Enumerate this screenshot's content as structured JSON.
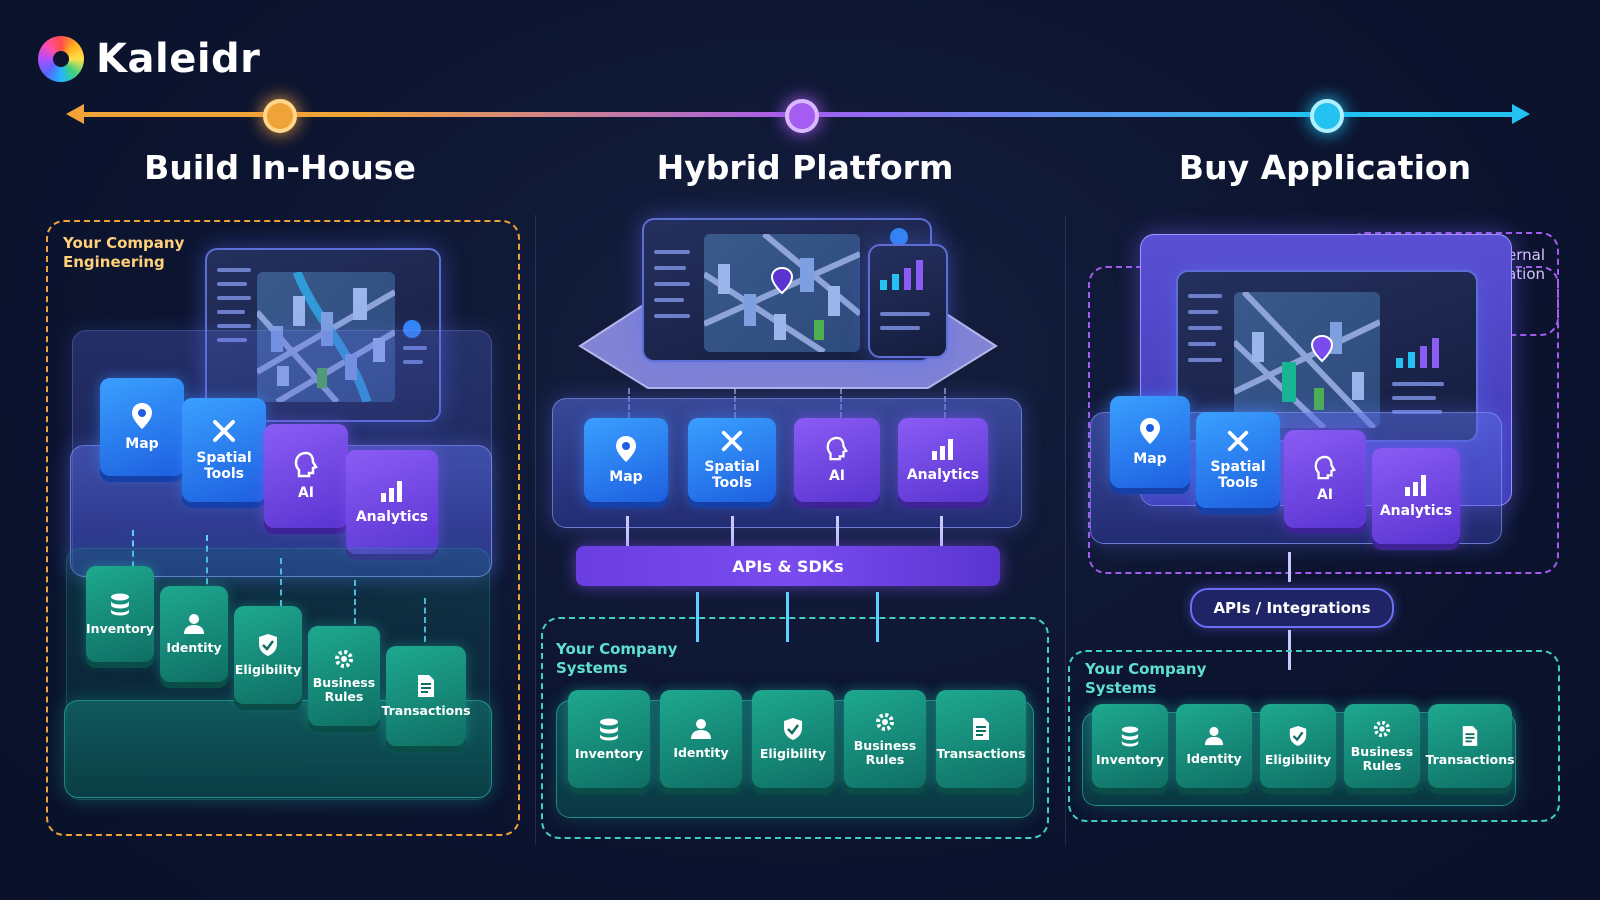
{
  "brand": {
    "name": "Kaleidr"
  },
  "columns": [
    {
      "title": "Build In-House",
      "region_label_1": "Your Company",
      "region_label_2": "Engineering"
    },
    {
      "title": "Hybrid Platform",
      "api_label": "APIs & SDKs",
      "region_label_1": "Your Company",
      "region_label_2": "Systems"
    },
    {
      "title": "Buy Application",
      "external_label_1": "External",
      "external_label_2": "Application",
      "api_label": "APIs / Integrations",
      "region_label_1": "Your Company",
      "region_label_2": "Systems"
    }
  ],
  "platform_tiles": {
    "map": "Map",
    "spatial_1": "Spatial",
    "spatial_2": "Tools",
    "ai": "AI",
    "analytics": "Analytics"
  },
  "system_tiles": {
    "inventory": "Inventory",
    "identity": "Identity",
    "eligibility": "Eligibility",
    "business_1": "Business",
    "business_2": "Rules",
    "transactions": "Transactions"
  },
  "colors": {
    "build": "#f0a338",
    "hybrid": "#a55cf0",
    "buy": "#23c2f0",
    "platform_blue": "#2f86f5",
    "platform_purple": "#7a4cf0",
    "systems_green": "#159a86"
  }
}
